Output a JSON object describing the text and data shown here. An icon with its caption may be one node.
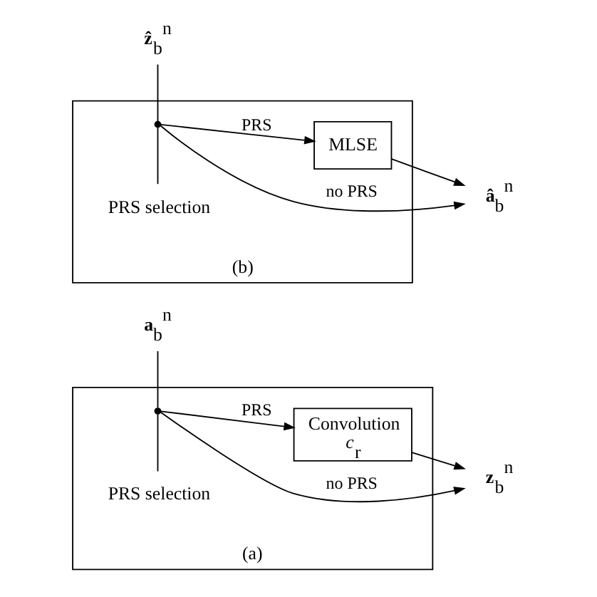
{
  "diagram": {
    "nodes": [
      {
        "text": [
          "(a)"
        ]
      },
      {
        "text": [
          "**a**$_{b}$$^{n}$"
        ]
      },
      {
        "text": [],
        "shape": "switch",
        "in": 0
      },
      {
        "text": [
          "PRS selection"
        ],
        "in": 0
      },
      {
        "text": [
          "Convolution",
          "*c*$_{r}$"
        ],
        "in": 0
      },
      {
        "text": [
          "**z**$_{b}$$^{n}$"
        ]
      },
      {
        "text": [
          "(b)"
        ]
      },
      {
        "text": [
          "**ẑ**$_{b}$$^{n}$"
        ]
      },
      {
        "text": [],
        "shape": "switch",
        "in": 6
      },
      {
        "text": [
          "PRS selection"
        ],
        "in": 6
      },
      {
        "text": [
          "MLSE"
        ],
        "in": 6
      },
      {
        "text": [
          "**â**$_{b}$$^{n}$"
        ]
      }
    ],
    "edges": [
      {
        "from": 1,
        "to": 2,
        "arrow": "none"
      },
      {
        "from": 3,
        "to": 2,
        "arrow": "none"
      },
      {
        "from": 2,
        "to": 4,
        "arrow": "to",
        "label": "PRS"
      },
      {
        "from": 4,
        "to": 5,
        "arrow": "to"
      },
      {
        "from": 2,
        "to": 5,
        "arrow": "to",
        "label": "no PRS"
      },
      {
        "from": 7,
        "to": 8,
        "arrow": "none"
      },
      {
        "from": 9,
        "to": 8,
        "arrow": "none"
      },
      {
        "from": 8,
        "to": 10,
        "arrow": "to",
        "label": "PRS"
      },
      {
        "from": 10,
        "to": 11,
        "arrow": "to"
      },
      {
        "from": 8,
        "to": 11,
        "arrow": "to",
        "label": "no PRS"
      }
    ]
  }
}
